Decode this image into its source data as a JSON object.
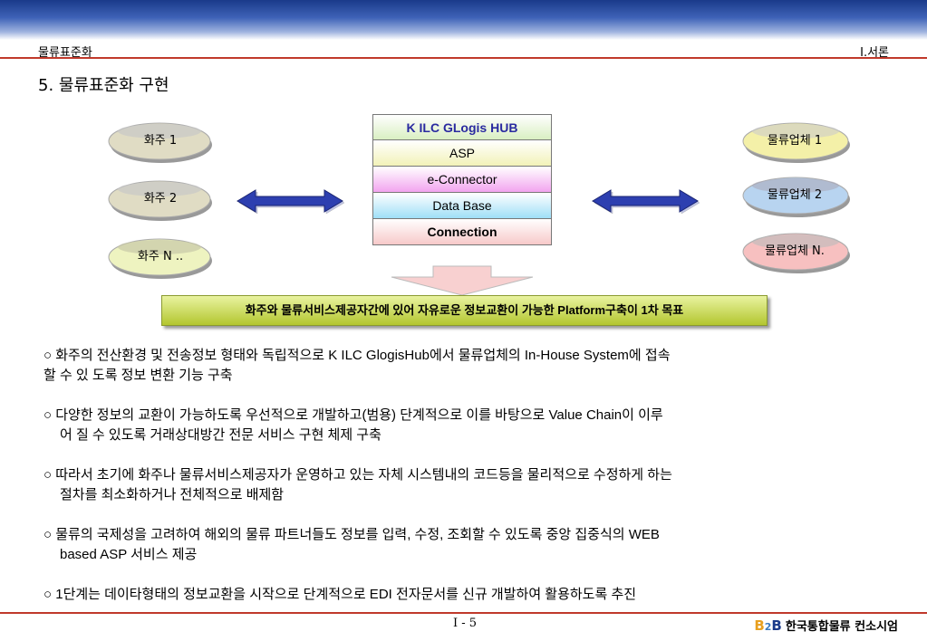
{
  "header": {
    "left": "물류표준화",
    "right": "Ⅰ.서론",
    "title": "5. 물류표준화 구현"
  },
  "shippers": [
    "화주 1",
    "화주 2",
    "화주 N .."
  ],
  "logistics": [
    "물류업체 1",
    "물류업체 2",
    "물류업체 N."
  ],
  "stack": [
    "K ILC GLogis HUB",
    "ASP",
    "e-Connector",
    "Data Base",
    "Connection"
  ],
  "goal": "화주와 물류서비스제공자간에 있어 자유로운 정보교환이 가능한 Platform구축이 1차 목표",
  "paragraphs": [
    {
      "line1": "○ 화주의 전산환경 및 전송정보 형태와 독립적으로 K ILC GlogisHub에서 물류업체의 In-House System에 접속",
      "line2": "할 수 있 도록 정보 변환 기능 구축"
    },
    {
      "line1": "○ 다양한 정보의 교환이 가능하도록 우선적으로 개발하고(범용) 단계적으로 이를 바탕으로 Value Chain이 이루",
      "line2": "어 질 수 있도록 거래상대방간 전문 서비스 구현 체제 구축"
    },
    {
      "line1": "○ 따라서 초기에 화주나 물류서비스제공자가 운영하고 있는 자체 시스템내의 코드등을 물리적으로 수정하게 하는",
      "line2": "절차를 최소화하거나 전체적으로 배제함"
    },
    {
      "line1": "○ 물류의 국제성을 고려하여 해외의 물류 파트너들도 정보를 입력, 수정, 조회할 수 있도록 중앙 집중식의 WEB",
      "line2": "based ASP 서비스 제공"
    },
    {
      "line1": "○ 1단계는 데이타형태의 정보교환을 시작으로 단계적으로 EDI 전자문서를 신규 개발하여 활용하도록 추진",
      "line2": ""
    }
  ],
  "footer": {
    "page": "Ⅰ - 5",
    "org": "한국통합물류 컨소시엄",
    "logo_b1": "B",
    "logo_two": "2",
    "logo_b2": "B"
  },
  "colors": {
    "accent_line": "#c0392b",
    "arrow": "#2d3fb0",
    "shipper_ellipses": [
      "#e0dcc4",
      "#e0dcc4",
      "#eef3c0"
    ],
    "logistics_ellipses": [
      "#f4f0a8",
      "#b8d4f0",
      "#f7c0c0"
    ]
  }
}
